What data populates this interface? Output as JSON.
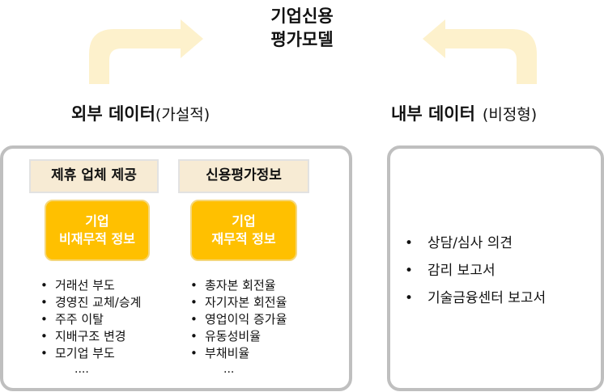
{
  "title": {
    "line1": "기업신용",
    "line2": "평가모델"
  },
  "external": {
    "heading": "외부 데이터",
    "heading_sub": "(가설적)",
    "sources": [
      {
        "source_label": "제휴 업체 제공",
        "info_line1": "기업",
        "info_line2": "비재무적 정보",
        "items": [
          "거래선 부도",
          "경영진 교체/승계",
          "주주 이탈",
          "지배구조 변경",
          "모기업 부도"
        ],
        "ellipsis": "...."
      },
      {
        "source_label": "신용평가정보",
        "info_line1": "기업",
        "info_line2": "재무적 정보",
        "items": [
          "총자본 회전율",
          "자기자본 회전율",
          "영업이익 증가율",
          "유동성비율",
          "부채비율"
        ],
        "ellipsis": "..."
      }
    ]
  },
  "internal": {
    "heading": "내부 데이터",
    "heading_sub": "(비정형)",
    "items": [
      "상담/심사 의견",
      "감리 보고서",
      "기술금융센터 보고서"
    ]
  },
  "colors": {
    "arrow": "#fdf1cc",
    "info_box": "#ffc000",
    "source_box": "#f7ebd4",
    "panel_border": "#bfbfbf"
  },
  "icons": {
    "left_arrow": "curved-arrow-right-icon",
    "right_arrow": "curved-arrow-left-icon"
  }
}
